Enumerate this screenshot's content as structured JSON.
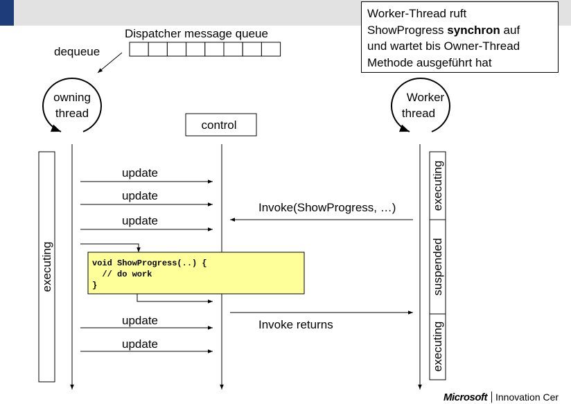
{
  "header": {
    "note_line1": "Worker-Thread ruft",
    "note_line2_a": "ShowProgress ",
    "note_line2_b": "synchron",
    "note_line2_c": " auf",
    "note_line3": "und wartet bis Owner-Thread",
    "note_line4": "Methode ausgeführt hat"
  },
  "queue": {
    "title": "Dispatcher message queue",
    "dequeue": "dequeue",
    "slot_count": 8
  },
  "owning": {
    "line1": "owning",
    "line2": "thread"
  },
  "worker": {
    "line1": "Worker",
    "line2": "thread"
  },
  "control": {
    "label": "control"
  },
  "states": {
    "owning_executing": "executing",
    "w_executing1": "executing",
    "w_suspended": "suspended",
    "w_executing2": "executing"
  },
  "messages": {
    "update1": "update",
    "update2": "update",
    "update3": "update",
    "invoke": "Invoke(ShowProgress, …)",
    "invoke_returns": "Invoke returns",
    "update4": "update",
    "update5": "update"
  },
  "code": {
    "line1": "void ShowProgress(..) {",
    "line2": "  // do work",
    "line3": "}"
  },
  "footer": {
    "brand": "Microsoft",
    "text": "Innovation Cer"
  },
  "colors": {
    "code_bg": "#ffff99",
    "accent": "#1f3c7a",
    "top_bar": "#e2e2e2"
  }
}
